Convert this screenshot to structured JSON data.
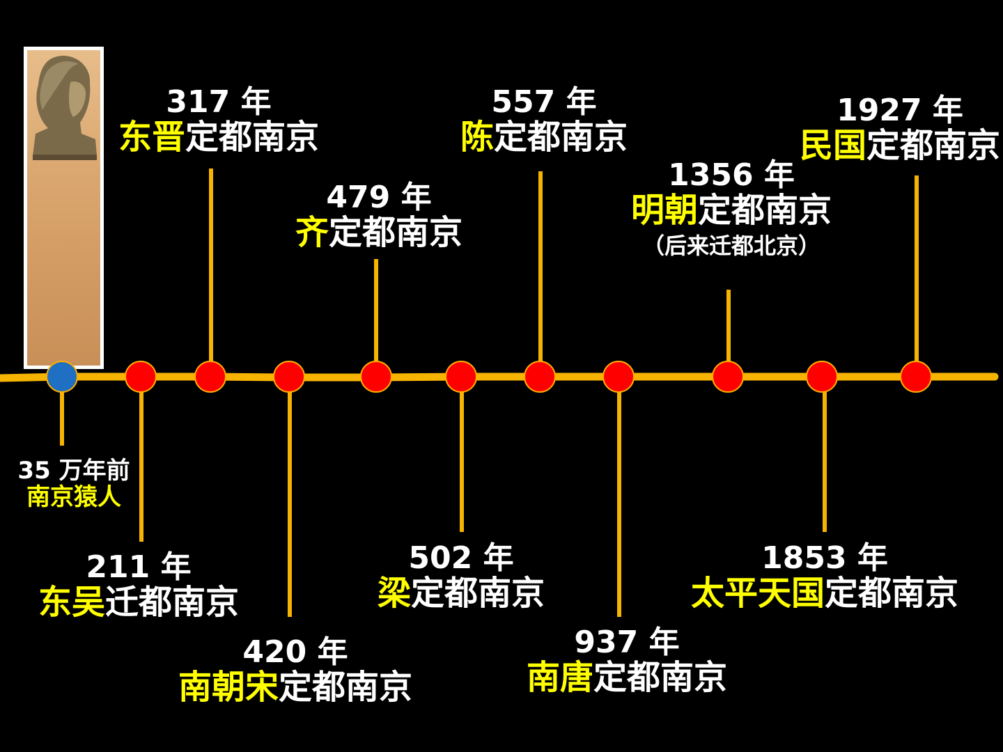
{
  "colors": {
    "background": "#000000",
    "axis": "#f6b400",
    "event_dot": "#ff0000",
    "origin_dot": "#1f6fc2",
    "highlight_text": "#ffff00",
    "normal_text": "#ffffff"
  },
  "portrait": {
    "icon": "bust-sculpture-image"
  },
  "events": [
    {
      "year": "35 万年前",
      "name_hl": "南京猿人",
      "name_rest": ""
    },
    {
      "year": "211 年",
      "name_hl": "东吴",
      "name_rest": "迁都南京"
    },
    {
      "year": "317 年",
      "name_hl": "东晋",
      "name_rest": "定都南京"
    },
    {
      "year": "420 年",
      "name_hl": "南朝宋",
      "name_rest": "定都南京"
    },
    {
      "year": "479 年",
      "name_hl": "齐",
      "name_rest": "定都南京"
    },
    {
      "year": "502 年",
      "name_hl": "梁",
      "name_rest": "定都南京"
    },
    {
      "year": "557 年",
      "name_hl": "陈",
      "name_rest": "定都南京"
    },
    {
      "year": "937 年",
      "name_hl": "南唐",
      "name_rest": "定都南京"
    },
    {
      "year": "1356 年",
      "name_hl": "明朝",
      "name_rest": "定都南京",
      "note": "（后来迁都北京）"
    },
    {
      "year": "1853 年",
      "name_hl": "太平天国",
      "name_rest": "定都南京"
    },
    {
      "year": "1927 年",
      "name_hl": "民国",
      "name_rest": "定都南京"
    }
  ]
}
